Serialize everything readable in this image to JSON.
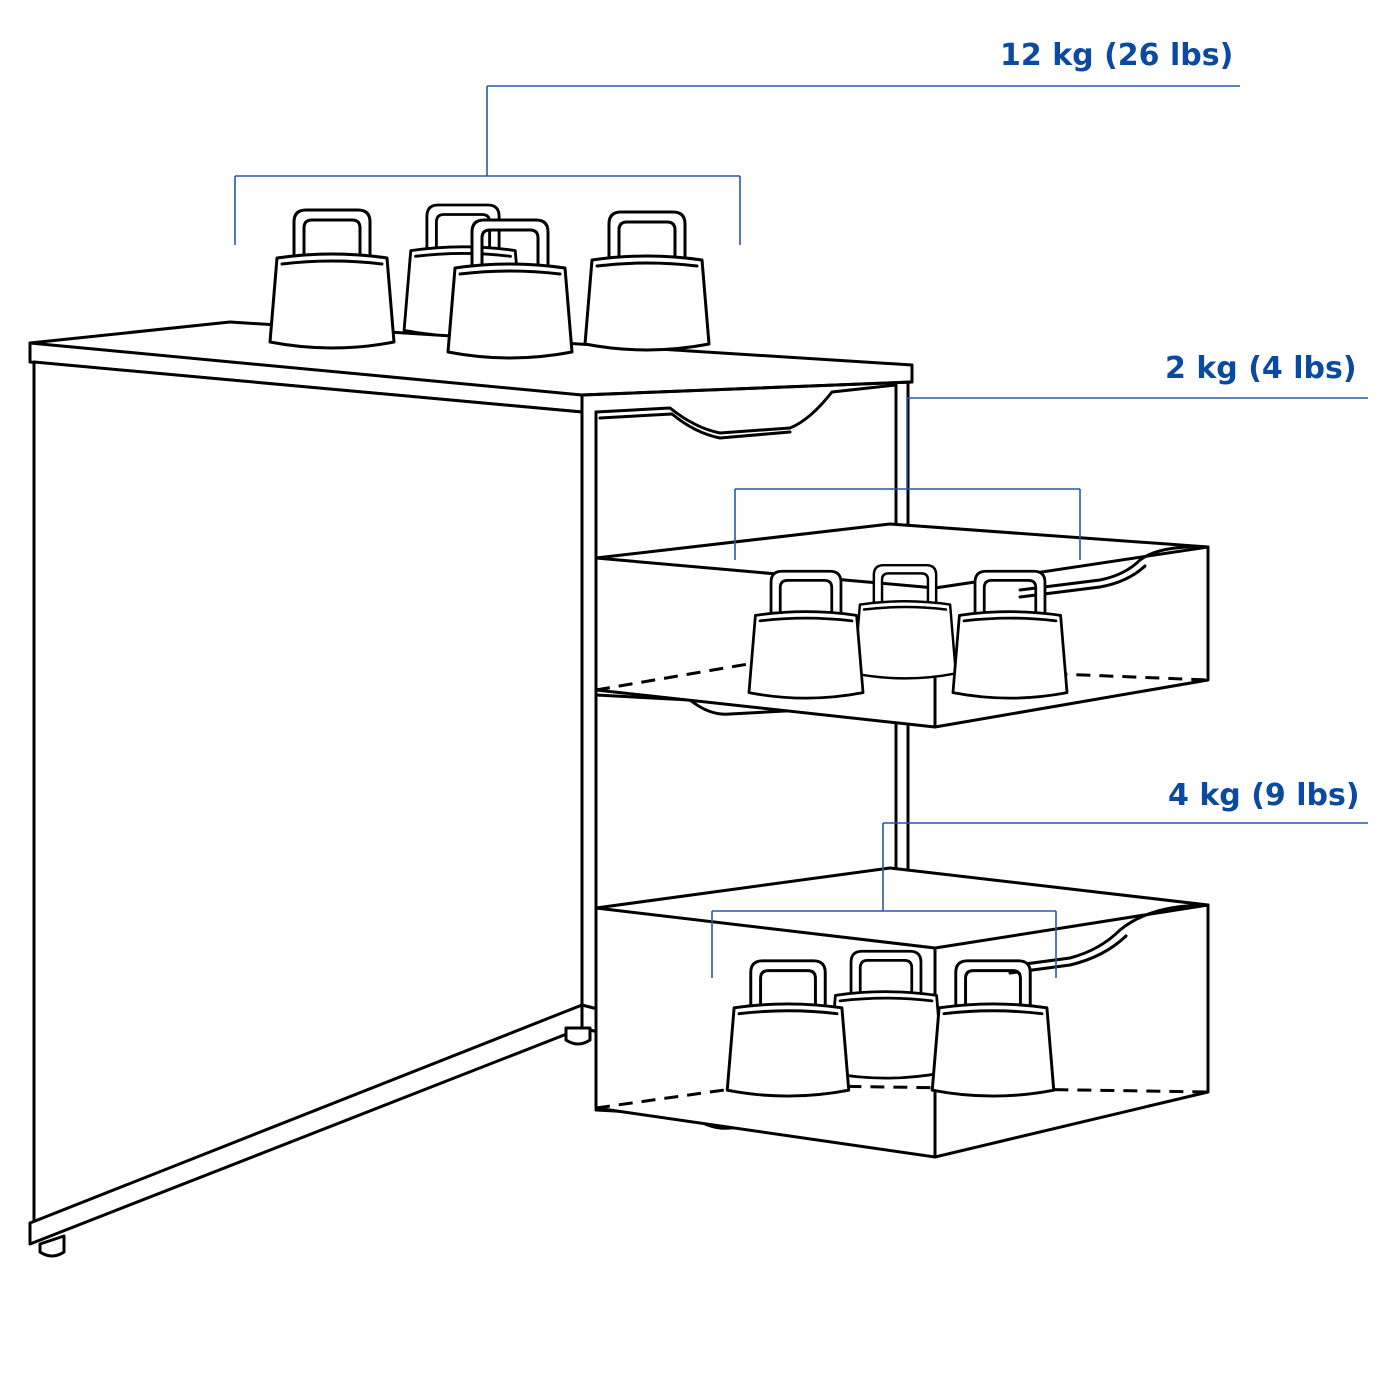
{
  "diagram": {
    "subject": "drawer-unit-load-capacity",
    "accent_color": "#0a4aa0",
    "leader_color": "#2a56a8",
    "loads": [
      {
        "location": "top",
        "label": "12 kg (26 lbs)",
        "weights_shown": 4
      },
      {
        "location": "upper-drawer",
        "label": "2 kg (4 lbs)",
        "weights_shown": 3
      },
      {
        "location": "lower-drawer",
        "label": "4 kg (9 lbs)",
        "weights_shown": 3
      }
    ]
  }
}
